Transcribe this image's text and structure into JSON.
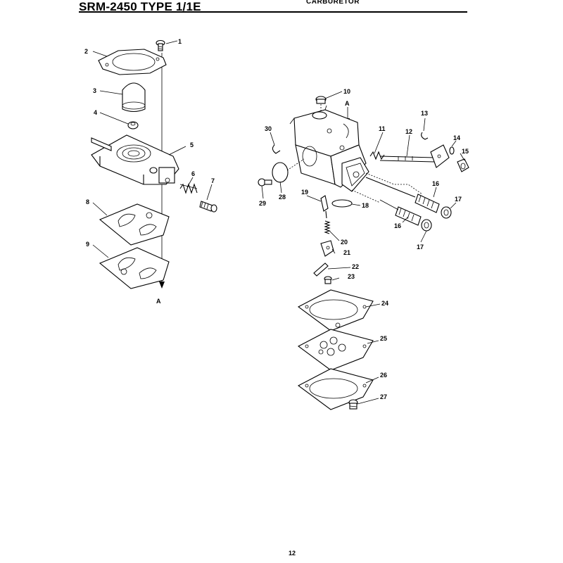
{
  "header": {
    "title": "SRM-2450 TYPE 1/1E",
    "section": "CARBURETOR"
  },
  "page_number": "12",
  "reference_marks": [
    "A",
    "A"
  ],
  "callouts": [
    {
      "id": "1",
      "label": "1"
    },
    {
      "id": "2",
      "label": "2"
    },
    {
      "id": "3",
      "label": "3"
    },
    {
      "id": "4",
      "label": "4"
    },
    {
      "id": "5",
      "label": "5"
    },
    {
      "id": "6",
      "label": "6"
    },
    {
      "id": "7",
      "label": "7"
    },
    {
      "id": "8",
      "label": "8"
    },
    {
      "id": "9",
      "label": "9"
    },
    {
      "id": "10",
      "label": "10"
    },
    {
      "id": "11",
      "label": "11"
    },
    {
      "id": "12",
      "label": "12"
    },
    {
      "id": "13",
      "label": "13"
    },
    {
      "id": "14",
      "label": "14"
    },
    {
      "id": "15",
      "label": "15"
    },
    {
      "id": "16a",
      "label": "16"
    },
    {
      "id": "16b",
      "label": "16"
    },
    {
      "id": "17a",
      "label": "17"
    },
    {
      "id": "17b",
      "label": "17"
    },
    {
      "id": "18",
      "label": "18"
    },
    {
      "id": "19",
      "label": "19"
    },
    {
      "id": "20",
      "label": "20"
    },
    {
      "id": "21",
      "label": "21"
    },
    {
      "id": "22",
      "label": "22"
    },
    {
      "id": "23",
      "label": "23"
    },
    {
      "id": "24",
      "label": "24"
    },
    {
      "id": "25",
      "label": "25"
    },
    {
      "id": "26",
      "label": "26"
    },
    {
      "id": "27",
      "label": "27"
    },
    {
      "id": "28",
      "label": "28"
    },
    {
      "id": "29",
      "label": "29"
    },
    {
      "id": "30",
      "label": "30"
    }
  ]
}
